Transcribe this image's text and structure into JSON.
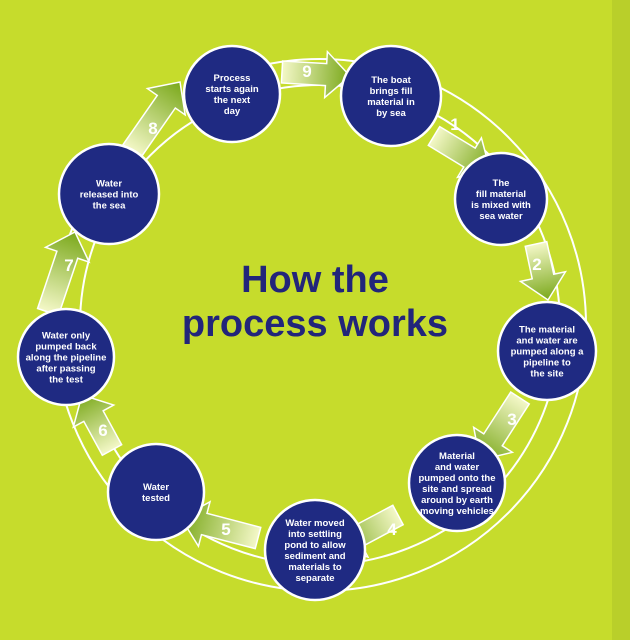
{
  "title": [
    "How the",
    "process works"
  ],
  "colors": {
    "background": "#c6dc2c",
    "node_fill": "#1f2a82",
    "node_stroke": "#ffffff",
    "title": "#22257a",
    "arrow_light": "#f4f8c8",
    "arrow_dark": "#7aa81a"
  },
  "steps": [
    {
      "number": "1",
      "text": [
        "The boat",
        "brings fill",
        "material in",
        "by sea"
      ]
    },
    {
      "number": "2",
      "text": [
        "The",
        "fill material",
        "is mixed with",
        "sea water"
      ]
    },
    {
      "number": "3",
      "text": [
        "The material",
        "and water are",
        "pumped along a",
        "pipeline to",
        "the site"
      ]
    },
    {
      "number": "4",
      "text": [
        "Material",
        "and water",
        "pumped onto the",
        "site and spread",
        "around by earth",
        "moving vehicles"
      ]
    },
    {
      "number": "5",
      "text": [
        "Water moved",
        "into settling",
        "pond to allow",
        "sediment and",
        "materials to",
        "separate"
      ]
    },
    {
      "number": "6",
      "text": [
        "Water",
        "tested"
      ]
    },
    {
      "number": "7",
      "text": [
        "Water only",
        "pumped back",
        "along the pipeline",
        "after passing",
        "the test"
      ]
    },
    {
      "number": "8",
      "text": [
        "Water",
        "released into",
        "the sea"
      ]
    },
    {
      "number": "9",
      "text": [
        "Process",
        "starts again",
        "the next",
        "day"
      ]
    }
  ]
}
